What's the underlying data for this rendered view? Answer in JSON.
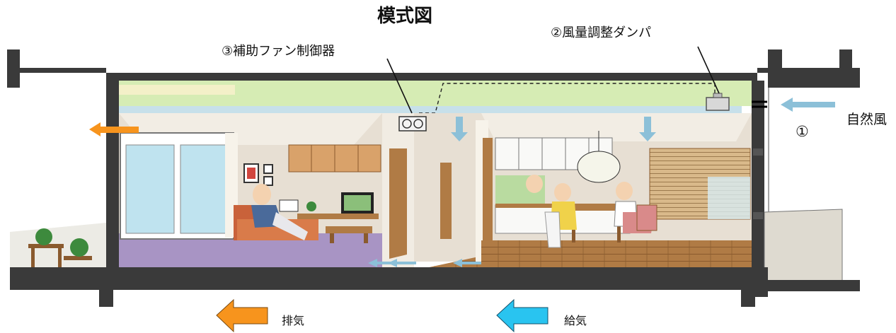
{
  "title": "模式図",
  "labels": {
    "damper": "②風量調整ダンパ",
    "fan_controller": "③補助ファン制御器",
    "natural_wind": "自然風",
    "circle_one": "①"
  },
  "legend": {
    "exhaust": {
      "label": "排気",
      "color": "#f7941d"
    },
    "supply": {
      "label": "給気",
      "color": "#29c4f0"
    }
  },
  "colors": {
    "attic_duct_space": "#d6ecb4",
    "wall": "#3a3a3a",
    "living_floor": "#a894c4",
    "wood_floor": "#b07b45",
    "room_wall": "#e7dfd3",
    "airflow_arrow": "#8cc0d8"
  }
}
